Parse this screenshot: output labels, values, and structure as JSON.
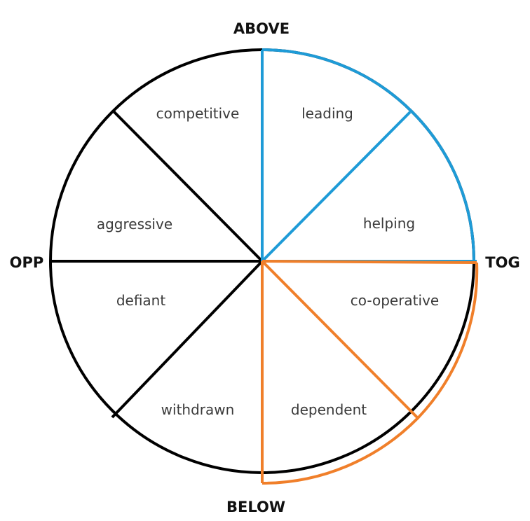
{
  "diagram": {
    "axes": {
      "top": "ABOVE",
      "bottom": "BELOW",
      "left": "OPP",
      "right": "TOG"
    },
    "sectors": {
      "top_left": "competitive",
      "top_right": "leading",
      "right_upper": "helping",
      "right_lower": "co-operative",
      "bottom_right": "dependent",
      "bottom_left": "withdrawn",
      "left_lower": "defiant",
      "left_upper": "aggressive"
    },
    "colors": {
      "outline": "#000000",
      "highlight_upper": "#1e9bd7",
      "highlight_lower": "#f07f2a"
    }
  }
}
